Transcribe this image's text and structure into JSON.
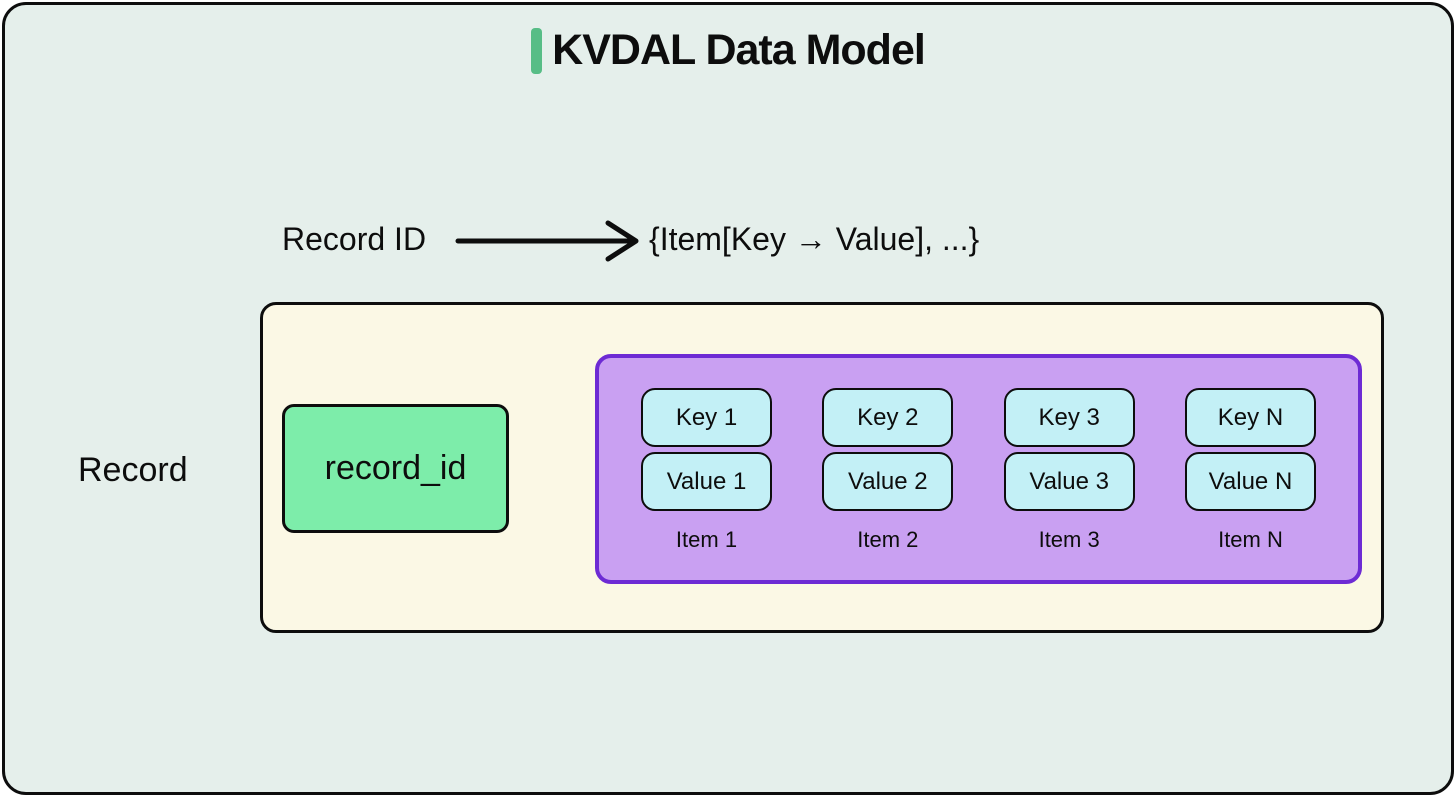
{
  "title": {
    "text": "KVDAL Data Model"
  },
  "mapping": {
    "source": "Record ID",
    "expression": "{Item[Key → Value], ...}"
  },
  "record": {
    "label": "Record",
    "id_field": "record_id",
    "items": [
      {
        "key": "Key 1",
        "value": "Value 1",
        "label": "Item 1"
      },
      {
        "key": "Key 2",
        "value": "Value 2",
        "label": "Item 2"
      },
      {
        "key": "Key 3",
        "value": "Value 3",
        "label": "Item 3"
      },
      {
        "key": "Key N",
        "value": "Value N",
        "label": "Item N"
      }
    ]
  },
  "icons": {
    "arrow": "right-arrow"
  },
  "colors": {
    "canvas_bg": "#e5efeb",
    "record_box_bg": "#fbf8e5",
    "record_id_bg": "#7dedaa",
    "items_bg": "#c9a0f2",
    "items_border": "#6d2bd4",
    "kv_bg": "#c3f0f6",
    "title_accent": "#57bd86",
    "text": "#0d0d0d"
  }
}
